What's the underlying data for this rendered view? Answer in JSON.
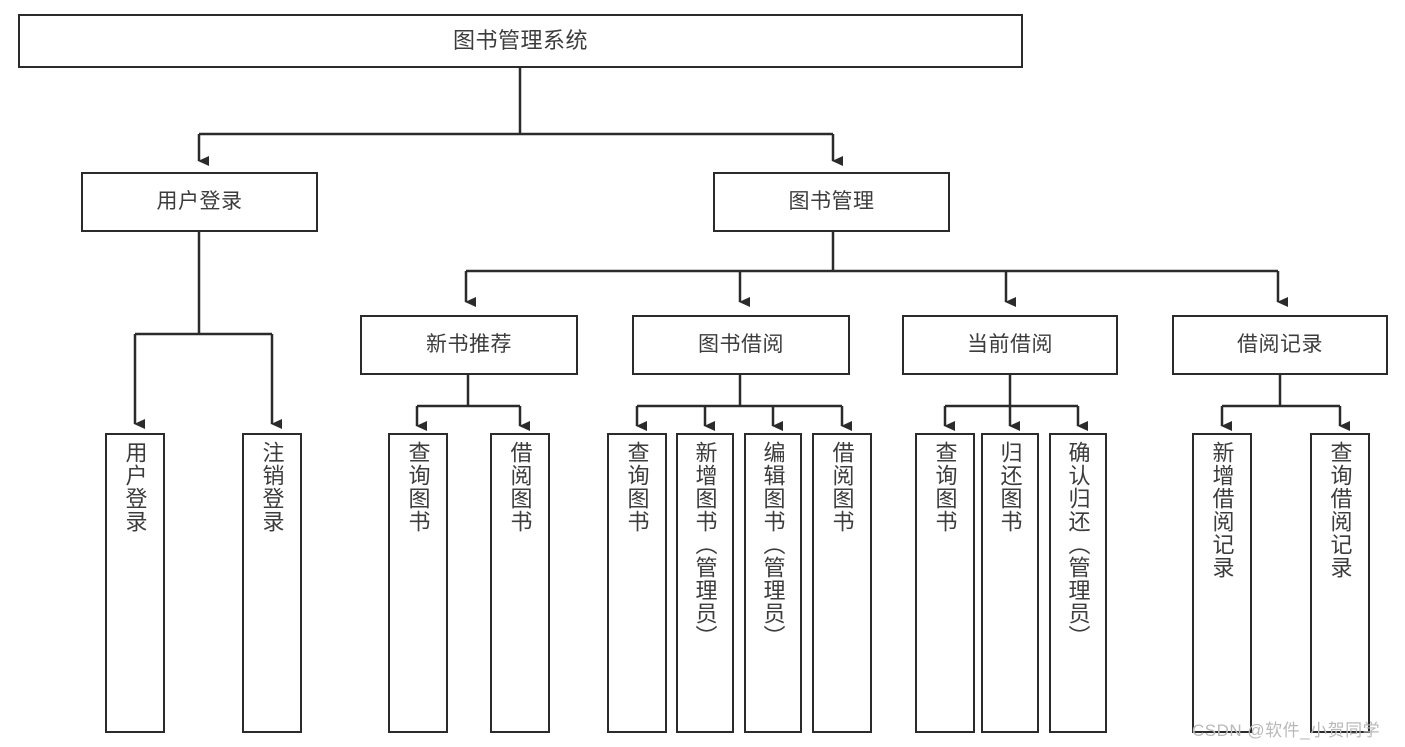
{
  "diagram": {
    "title": "图书管理系统",
    "type": "tree-hierarchy",
    "levels": 4,
    "root": {
      "label": "图书管理系统"
    },
    "level2": [
      {
        "label": "用户登录"
      },
      {
        "label": "图书管理"
      }
    ],
    "level3": [
      {
        "label": "新书推荐"
      },
      {
        "label": "图书借阅"
      },
      {
        "label": "当前借阅"
      },
      {
        "label": "借阅记录"
      }
    ],
    "leaves": {
      "user_login": [
        {
          "label": "用户登录"
        },
        {
          "label": "注销登录"
        }
      ],
      "new_book_recommend": [
        {
          "label": "查询图书"
        },
        {
          "label": "借阅图书"
        }
      ],
      "book_borrow": [
        {
          "label": "查询图书"
        },
        {
          "label": "新增图书（管理员）"
        },
        {
          "label": "编辑图书（管理员）"
        },
        {
          "label": "借阅图书"
        }
      ],
      "current_borrow": [
        {
          "label": "查询图书"
        },
        {
          "label": "归还图书"
        },
        {
          "label": "确认归还（管理员）"
        }
      ],
      "borrow_record": [
        {
          "label": "新增借阅记录"
        },
        {
          "label": "查询借阅记录"
        }
      ]
    }
  },
  "watermark": {
    "text": "CSDN @软件_小贺同学"
  },
  "colors": {
    "stroke": "#2b2b2b",
    "text": "#3c3c3c",
    "background": "#ffffff",
    "watermark": "#b9b9b9"
  }
}
